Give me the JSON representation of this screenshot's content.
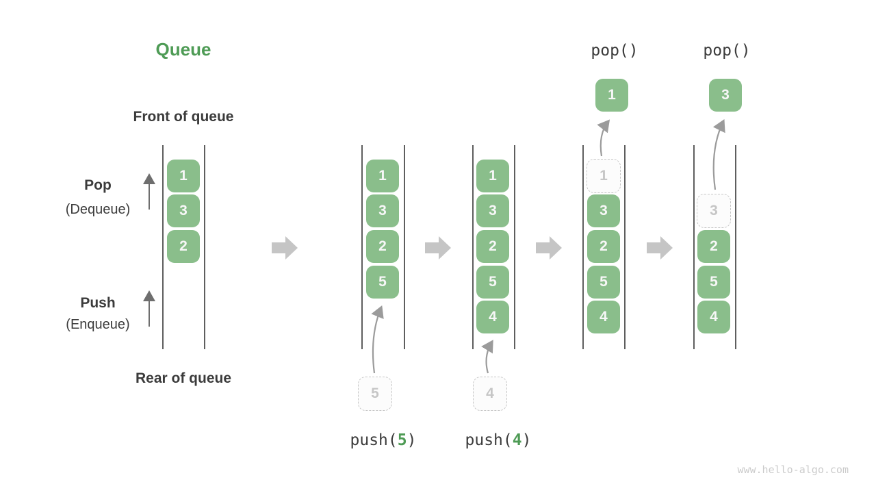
{
  "page": {
    "title": "Queue",
    "watermark": "www.hello-algo.com"
  },
  "labels": {
    "front_of_queue": "Front of queue",
    "rear_of_queue": "Rear of queue",
    "pop": "Pop",
    "pop_sub": "(Dequeue)",
    "push": "Push",
    "push_sub": "(Enqueue)"
  },
  "icons": {
    "transition_arrow": "block-arrow-right",
    "pop_direction_arrow": "arrow-up",
    "push_direction_arrow": "arrow-up",
    "push_curve_arrow": "curved-arrow-up",
    "pop_curve_arrow": "curved-arrow-up"
  },
  "colors": {
    "title-green": "#4E9B55",
    "arg-green": "#4E9B55",
    "cell-green": "#8ABE8B",
    "cell-text": "#F7F7F7",
    "dark-text": "#3B3B3B",
    "wall-gray": "#5E5E5E",
    "block-arrow-gray": "#C5C5C5",
    "curve-arrow-gray": "#9B9B9B",
    "direction-arrow-gray": "#6E6E6E",
    "ghost-border": "#C6C6C6",
    "ghost-text": "#C6C6C6",
    "ghost-fill": "#FCFCFC",
    "watermark-gray": "#CBCBCB"
  },
  "columns": [
    {
      "name": "initial-state",
      "cells": [
        "1",
        "3",
        "2"
      ]
    },
    {
      "name": "after-push-5",
      "cells": [
        "1",
        "3",
        "2",
        "5"
      ],
      "staged": "5",
      "op": {
        "prefix": "push(",
        "arg": "5",
        "suffix": ")"
      }
    },
    {
      "name": "after-push-4",
      "cells": [
        "1",
        "3",
        "2",
        "5",
        "4"
      ],
      "staged": "4",
      "op": {
        "prefix": "push(",
        "arg": "4",
        "suffix": ")"
      }
    },
    {
      "name": "pop-front-1",
      "ghost": "1",
      "cells": [
        "3",
        "2",
        "5",
        "4"
      ],
      "op_label": "pop()",
      "popped": "1"
    },
    {
      "name": "pop-front-3",
      "ghost": "3",
      "cells": [
        "2",
        "5",
        "4"
      ],
      "op_label": "pop()",
      "popped": "3"
    }
  ]
}
